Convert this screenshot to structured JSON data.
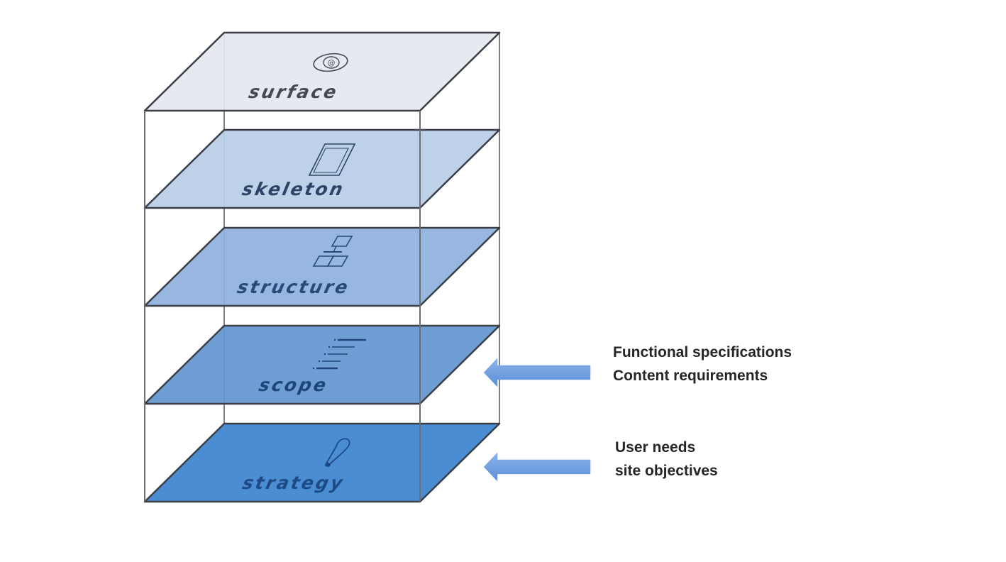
{
  "diagram": {
    "title": "Elements of User Experience planes",
    "planes": [
      {
        "label": "surface",
        "icon": "eye-icon",
        "fill": "#e4e7ee",
        "text_color": "#444a55"
      },
      {
        "label": "skeleton",
        "icon": "wireframe-icon",
        "fill": "#b8cde6",
        "text_color": "#2c4466"
      },
      {
        "label": "structure",
        "icon": "sitemap-icon",
        "fill": "#8fb2de",
        "text_color": "#274a7a"
      },
      {
        "label": "scope",
        "icon": "list-icon",
        "fill": "#6497d2",
        "text_color": "#1f4578"
      },
      {
        "label": "strategy",
        "icon": "lightbulb-icon",
        "fill": "#3c84d0",
        "text_color": "#1d4a85"
      }
    ],
    "annotations": [
      {
        "target_plane": "scope",
        "lines": [
          "Functional specifications",
          "Content requirements"
        ]
      },
      {
        "target_plane": "strategy",
        "lines": [
          "User needs",
          "site objectives"
        ]
      }
    ],
    "arrow_color": "#6e9fe0",
    "edge_color": "#3a3f47"
  }
}
